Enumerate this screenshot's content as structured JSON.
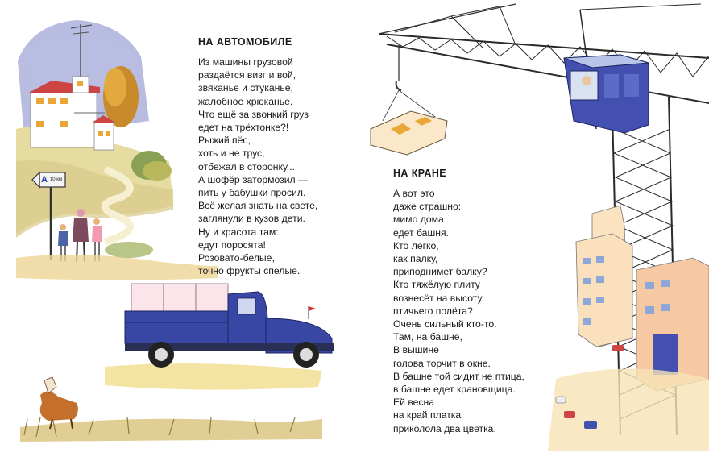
{
  "poems": [
    {
      "title": "НА АВТОМОБИЛЕ",
      "lines": [
        "Из машины грузовой",
        "раздаётся визг и вой,",
        "звяканье и стуканье,",
        "жалобное хрюканье.",
        "Что ещё за звонкий груз",
        "едет на трёхтонке?!",
        "Рыжий пёс,",
        "хоть и не трус,",
        "отбежал в сторонку...",
        "А шофёр затормозил —",
        "пить у бабушки просил.",
        "Всё желая знать на свете,",
        "заглянули в кузов дети.",
        "Ну и красота там:",
        "едут поросята!",
        "Розовато-белые,",
        "точно фрукты спелые."
      ]
    },
    {
      "title": "НА КРАНЕ",
      "lines": [
        "А вот это",
        "даже страшно:",
        "мимо дома",
        "едет башня.",
        "Кто легко,",
        "как палку,",
        "приподнимет балку?",
        "Кто тяжёлую плиту",
        "вознесёт на высоту",
        "птичьего полёта?",
        "Очень сильный кто-то.",
        "Там, на башне,",
        "В вышине",
        "голова торчит в окне.",
        "В башне той сидит не птица,",
        "в башне едет крановщица.",
        "Ей весна",
        "на край платка",
        "приколола два цветка."
      ]
    }
  ],
  "illustrations": {
    "road_sign_letter": "А",
    "road_sign_text": "10 км"
  }
}
